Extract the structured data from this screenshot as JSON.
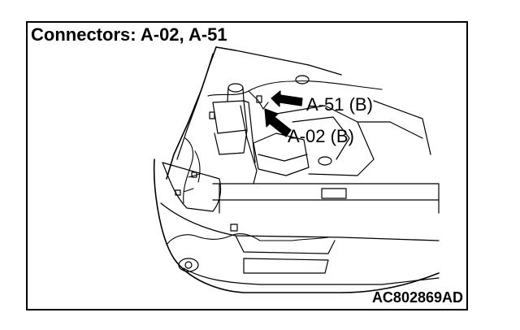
{
  "title": "Connectors: A-02, A-51",
  "callouts": [
    {
      "label": "A-51 (B)"
    },
    {
      "label": "A-02 (B)"
    }
  ],
  "figure_code": "AC802869AD",
  "colors": {
    "line": "#000000",
    "background": "#ffffff"
  }
}
